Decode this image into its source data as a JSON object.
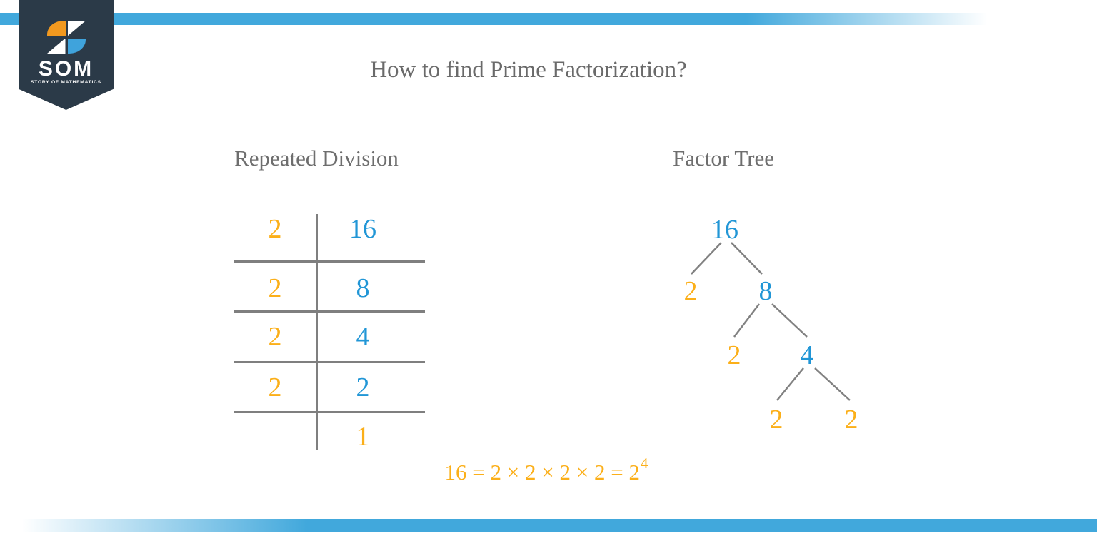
{
  "brand": {
    "name": "SOM",
    "tagline": "STORY OF MATHEMATICS"
  },
  "title": "How to find Prime Factorization?",
  "division": {
    "heading": "Repeated Division",
    "rows": [
      {
        "divisor": "2",
        "quotient": "16"
      },
      {
        "divisor": "2",
        "quotient": "8"
      },
      {
        "divisor": "2",
        "quotient": "4"
      },
      {
        "divisor": "2",
        "quotient": "2"
      }
    ],
    "final_quotient": "1"
  },
  "tree": {
    "heading": "Factor Tree",
    "nodes": [
      {
        "label": "16",
        "type": "composite"
      },
      {
        "label": "2",
        "type": "prime"
      },
      {
        "label": "8",
        "type": "composite"
      },
      {
        "label": "2",
        "type": "prime"
      },
      {
        "label": "4",
        "type": "composite"
      },
      {
        "label": "2",
        "type": "prime"
      },
      {
        "label": "2",
        "type": "prime"
      }
    ]
  },
  "equation": {
    "expression": "16 = 2 × 2 × 2 × 2 = 2",
    "exponent": "4"
  },
  "colors": {
    "stripe_blue": "#41a8dc",
    "number_blue": "#2196d6",
    "number_orange": "#fbaf19",
    "line_gray": "#7f7f7f",
    "banner_navy": "#2b3a48",
    "text_gray": "#6e6e6e",
    "logo_orange": "#f2991f",
    "logo_blue": "#3fa3dc"
  }
}
